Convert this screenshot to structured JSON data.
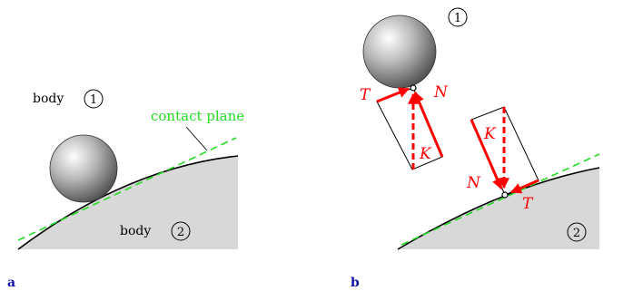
{
  "panel_a": {
    "label": "a",
    "body1_text": "body",
    "body1_number": "1",
    "body2_text": "body",
    "body2_number": "2",
    "contact_plane_label": "contact plane"
  },
  "panel_b": {
    "label": "b",
    "body1_number": "1",
    "body2_number": "2",
    "forces_upper": {
      "T": "T",
      "N": "N",
      "K": "K"
    },
    "forces_lower": {
      "T": "T",
      "N": "N",
      "K": "K"
    }
  },
  "colors": {
    "force": "#ff0000",
    "contact_plane": "#22dd22",
    "panel_label": "#1111aa",
    "ground_fill": "#d8d8d8"
  }
}
